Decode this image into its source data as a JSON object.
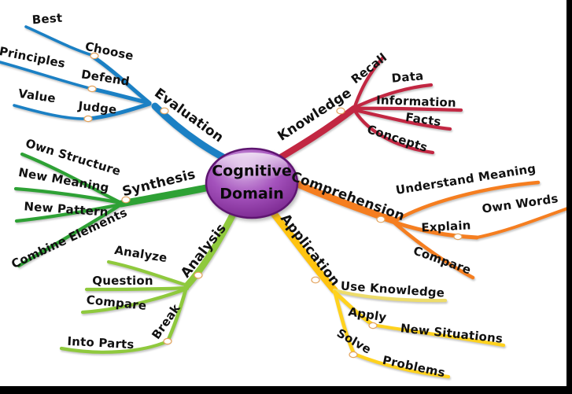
{
  "title": "Cognitive Domain mind map",
  "center": {
    "line1": "Cognitive",
    "line2": "Domain",
    "fill": "#8B2FA0",
    "border": "#5E1570"
  },
  "colors": {
    "evaluation": "#1B80C4",
    "knowledge": "#C22742",
    "comprehension": "#F57E20",
    "application": "#FFC30F",
    "application_sub": "#FFD21E",
    "application_pale": "#EDDC6A",
    "analysis": "#8FC93D",
    "synthesis": "#2EA135",
    "connector_fill": "#FFFFFF",
    "connector_edge": "#E3A35C",
    "background": "#FFFFFF",
    "frame": "#000000"
  },
  "branches": [
    {
      "label": "Evaluation",
      "color": "#1B80C4",
      "children": [
        {
          "label": "Choose",
          "children": [
            {
              "label": "Best"
            }
          ]
        },
        {
          "label": "Defend",
          "children": [
            {
              "label": "Principles"
            }
          ]
        },
        {
          "label": "Judge",
          "children": [
            {
              "label": "Value"
            }
          ]
        }
      ]
    },
    {
      "label": "Knowledge",
      "color": "#C22742",
      "children": [
        {
          "label": "Recall"
        },
        {
          "label": "Data"
        },
        {
          "label": "Information"
        },
        {
          "label": "Facts"
        },
        {
          "label": "Concepts"
        }
      ]
    },
    {
      "label": "Comprehension",
      "color": "#F57E20",
      "children": [
        {
          "label": "Understand Meaning"
        },
        {
          "label": "Explain",
          "children": [
            {
              "label": "Own Words"
            }
          ]
        },
        {
          "label": "Compare"
        }
      ]
    },
    {
      "label": "Application",
      "color": "#FFC30F",
      "children": [
        {
          "label": "Use Knowledge"
        },
        {
          "label": "Apply",
          "children": [
            {
              "label": "New Situations"
            }
          ]
        },
        {
          "label": "Solve",
          "children": [
            {
              "label": "Problems"
            }
          ]
        }
      ]
    },
    {
      "label": "Analysis",
      "color": "#8FC93D",
      "children": [
        {
          "label": "Analyze"
        },
        {
          "label": "Question"
        },
        {
          "label": "Compare"
        },
        {
          "label": "Break",
          "children": [
            {
              "label": "Into Parts"
            }
          ]
        }
      ]
    },
    {
      "label": "Synthesis",
      "color": "#2EA135",
      "children": [
        {
          "label": "Own Structure"
        },
        {
          "label": "New Meaning"
        },
        {
          "label": "New Pattern"
        },
        {
          "label": "Combine Elements"
        }
      ]
    }
  ]
}
